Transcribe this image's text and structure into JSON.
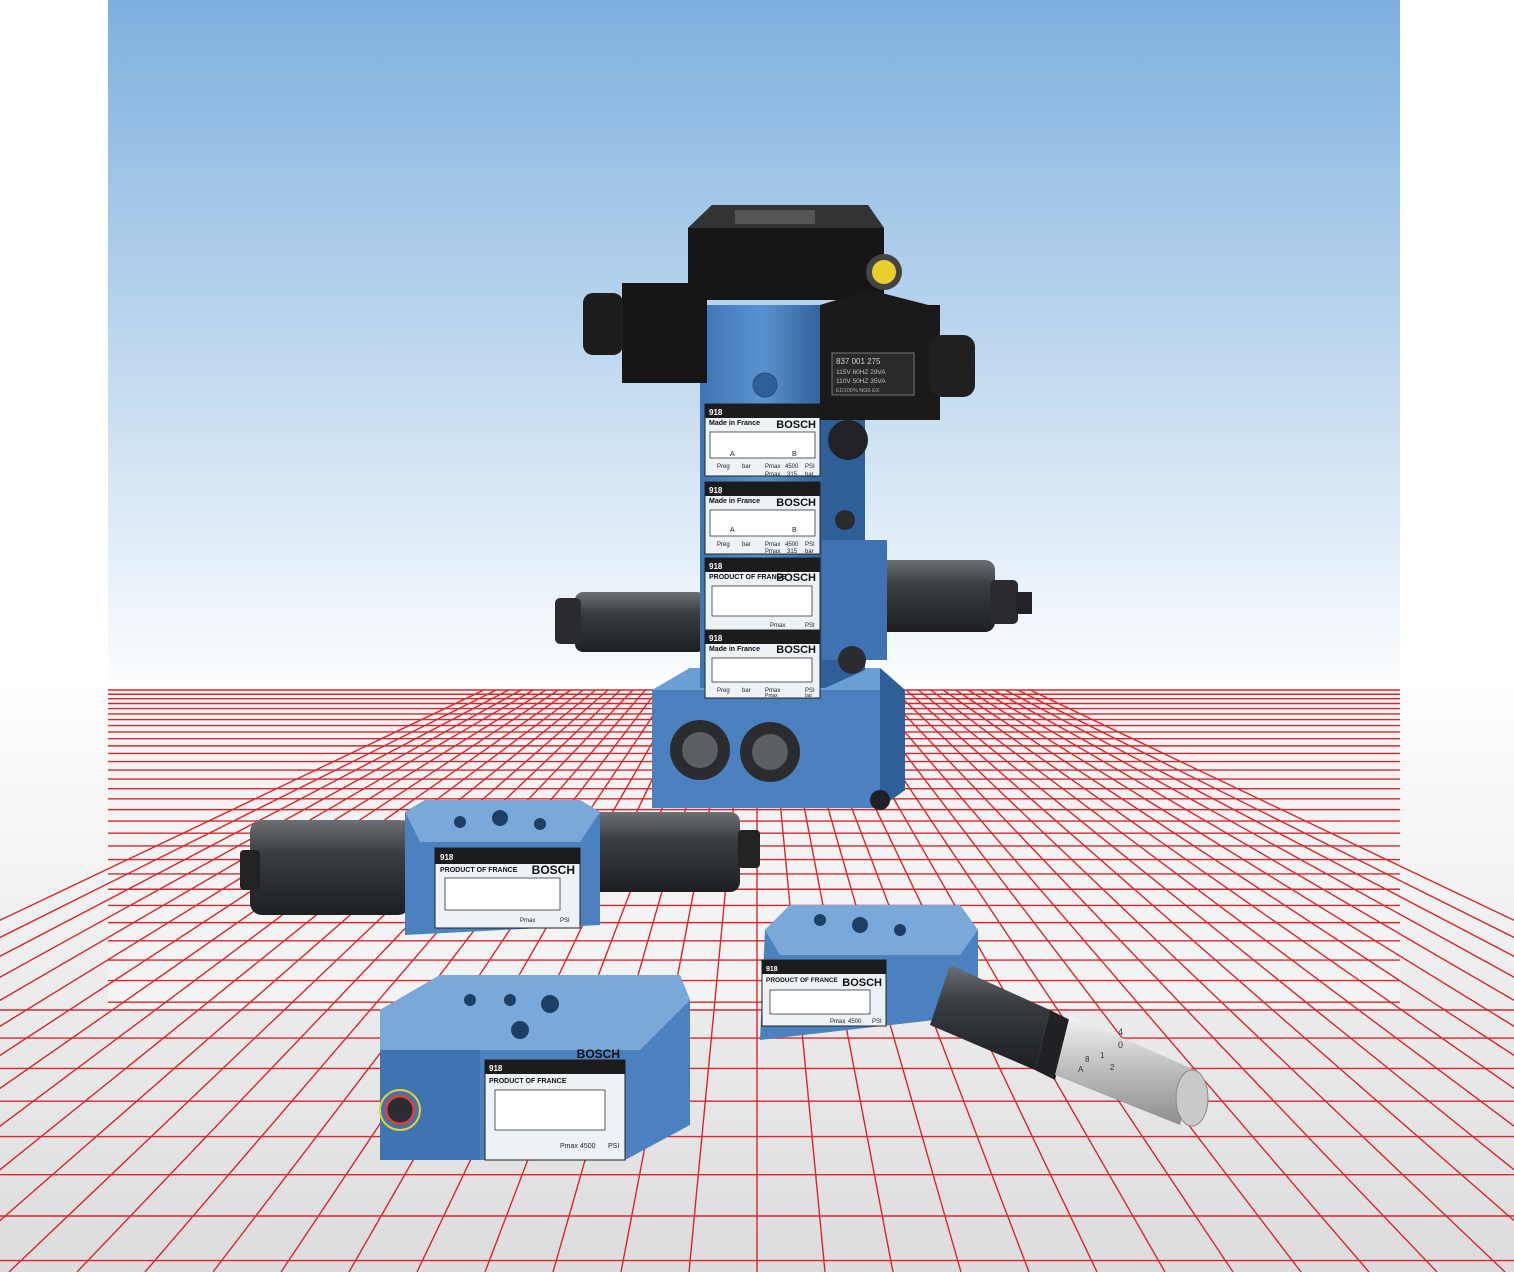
{
  "scene": {
    "colors": {
      "sky_top": "#7eb0de",
      "sky_bottom": "#ffffff",
      "floor": "#e6e6e6",
      "grid": "#d9262c",
      "valve_blue": "#4f86c4",
      "valve_blue_dark": "#2f5f98",
      "steel_dark": "#2e3033",
      "solenoid_black": "#141414",
      "label_bg": "#eef2f6"
    },
    "brand": "BOSCH",
    "tower": {
      "solenoid_plate_lines": [
        "837 001 275",
        "115V 60HZ 29VA",
        "110V 50HZ 35VA",
        "ED100%  NG6 EX"
      ],
      "modules": [
        {
          "code": "918",
          "origin": "Made in France",
          "brand": "BOSCH",
          "ports": [
            "A",
            "B"
          ],
          "fields": [
            "Preg",
            "bar",
            "Pmax",
            "4500",
            "PSI",
            "Pmax",
            "315",
            "bar"
          ]
        },
        {
          "code": "918",
          "origin": "Made in France",
          "brand": "BOSCH",
          "ports": [
            "A",
            "B"
          ],
          "fields": [
            "Preg",
            "bar",
            "Pmax",
            "4500",
            "PSI",
            "Pmax",
            "315",
            "bar"
          ]
        },
        {
          "code": "918",
          "origin": "PRODUCT OF FRANCE",
          "brand": "BOSCH",
          "ports": [],
          "fields": [
            "Pmax",
            "PSI"
          ]
        },
        {
          "code": "918",
          "origin": "Made in France",
          "brand": "BOSCH",
          "ports": [],
          "fields": [
            "Preg",
            "bar",
            "Pmax",
            "PSI",
            "Pmax",
            "bar"
          ]
        }
      ]
    },
    "left_valve": {
      "code": "918",
      "origin": "PRODUCT OF FRANCE",
      "brand": "BOSCH",
      "fields": [
        "Pmax",
        "PSI"
      ]
    },
    "front_valve": {
      "code": "918",
      "origin": "PRODUCT OF FRANCE",
      "brand": "BOSCH",
      "fields": [
        "Pmax",
        "4500",
        "PSI"
      ]
    },
    "right_valve": {
      "code": "918",
      "origin": "PRODUCT OF FRANCE",
      "brand": "BOSCH",
      "fields": [
        "Pmax",
        "4500",
        "PSI"
      ],
      "dial_marks": [
        "4",
        "0",
        "1",
        "8",
        "A",
        "2"
      ]
    }
  }
}
